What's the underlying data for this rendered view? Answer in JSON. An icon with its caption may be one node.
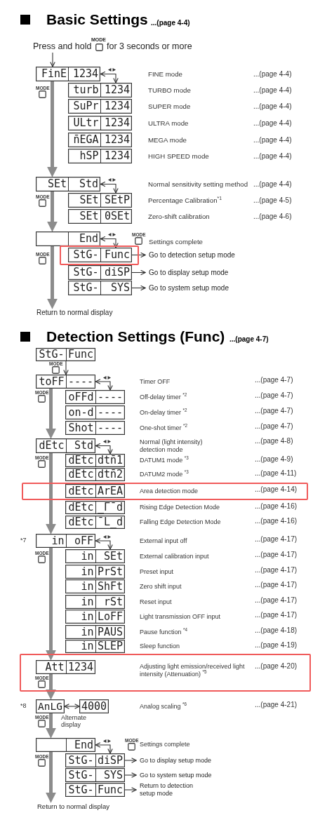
{
  "diagram": {
    "labels": [
      "Basic Settings",
      "...(page 4-4)",
      "FINE mode",
      "...(page 4-4)",
      "TURBO mode",
      "...(page 4-4)",
      "SUPER mode",
      "...(page 4-4)",
      "ULTRA mode",
      "...(page 4-4)",
      "MEGA mode",
      "...(page 4-4)",
      "HIGH SPEED mode",
      "...(page 4-4)",
      "Normal sensitivity setting method",
      "...(page 4-4)",
      "Percentage Calibration$^{*1}$",
      "...(page 4-5)",
      "Zero-shift calibration",
      "...(page 4-6)",
      "MODE",
      "Settings complete",
      "Detection Settings (Func)",
      "...(page 4-7)",
      "Timer OFF",
      "...(page 4-7)",
      "Off-delay timer $^{*2}$",
      "...(page 4-7)",
      "On-delay timer $^{*2}$",
      "...(page 4-7)",
      "One-shot timer $^{*2}$",
      "...(page 4-7)",
      "Normal (light intensity) detection mode",
      "...(page 4-8)",
      "DATUM1 mode $^{*3}$",
      "...(page 4-9)",
      "DATUM2 mode $^{*3}$",
      "...(page 4-11)",
      "Area detection mode",
      "...(page 4-14)",
      "Rising Edge Detection Mode",
      "...(page 4-16)",
      "Falling Edge Detection Mode",
      "...(page 4-16)",
      "External input off",
      "...(page 4-17)",
      "External calibration input",
      "...(page 4-17)",
      "Preset input",
      "...(page 4-17)",
      "Zero shift input",
      "...(page 4-17)",
      "Reset input",
      "...(page 4-17)",
      "Light transmission OFF input",
      "...(page 4-17)",
      "Pause function $^{*4}$",
      "...(page 4-18)",
      "Sleep function",
      "...(page 4-19)",
      "Adjusting light emission/received light intensity (Attenuation) $^{*5}$",
      "...(page 4-20)",
      "Analog scaling $^{*6}$",
      "...(page 4-21)",
      "MODE",
      "Settings complete"
    ],
    "nodes": [
      {
        "text": [
          "Press and hold",
          "MODE",
          "for 3 seconds or more"
        ]
      },
      {
        "text": [
          "FinE",
          "1234"
        ]
      },
      {
        "text": [
          "turb",
          "1234"
        ]
      },
      {
        "text": [
          "SuPr",
          "1234"
        ]
      },
      {
        "text": [
          "ULtr",
          "1234"
        ]
      },
      {
        "text": [
          "n̄EGA",
          "1234"
        ]
      },
      {
        "text": [
          "hSP",
          "1234"
        ]
      },
      {
        "text": [
          "SEt",
          "Std"
        ]
      },
      {
        "text": [
          "SEt",
          "SEtP"
        ]
      },
      {
        "text": [
          "SEt",
          "0SEt"
        ]
      },
      {
        "text": [
          "End"
        ]
      },
      {
        "text": [],
        "shape": "box"
      },
      {
        "text": [
          "StG-",
          "Func"
        ],
        "in": 11
      },
      {
        "text": [
          "Go to detection setup mode"
        ]
      },
      {
        "text": [
          "StG-",
          "diSP"
        ]
      },
      {
        "text": [
          "Go to display setup mode"
        ]
      },
      {
        "text": [
          "StG-",
          "SYS"
        ]
      },
      {
        "text": [
          "Go to system setup mode"
        ]
      },
      {
        "text": [
          "Return to normal display"
        ]
      },
      {
        "text": [
          "StG-",
          "Func"
        ]
      },
      {
        "text": [
          "toFF",
          "----"
        ]
      },
      {
        "text": [
          "oFFd",
          "----"
        ]
      },
      {
        "text": [
          "on-d",
          "----"
        ]
      },
      {
        "text": [
          "Shot",
          "----"
        ]
      },
      {
        "text": [
          "dEtc",
          "Std"
        ]
      },
      {
        "text": [
          "dEtc",
          "dtn̄1"
        ]
      },
      {
        "text": [
          "dEtc",
          "dtn̄2"
        ]
      },
      {
        "text": [],
        "shape": "box"
      },
      {
        "text": [
          "dEtc",
          "ArEA"
        ],
        "in": 27
      },
      {
        "text": [
          "dEtc",
          "_Γ¯d"
        ]
      },
      {
        "text": [
          "dEtc",
          "¯L_d"
        ]
      },
      {
        "text": [
          "in",
          "oFF"
        ],
        "beside": [
          "*7"
        ]
      },
      {
        "text": [
          "in",
          "SEt"
        ]
      },
      {
        "text": [
          "in",
          "PrSt"
        ]
      },
      {
        "text": [
          "in",
          "ShFt"
        ]
      },
      {
        "text": [
          "in",
          "rSt"
        ]
      },
      {
        "text": [
          "in",
          "LoFF"
        ]
      },
      {
        "text": [
          "in",
          "PAUS"
        ]
      },
      {
        "text": [
          "in",
          "SLEP"
        ]
      },
      {
        "text": [],
        "shape": "box"
      },
      {
        "text": [
          "Att",
          "1234"
        ],
        "in": 39
      },
      {
        "text": [
          "AnLG"
        ],
        "beside": [
          "*8"
        ]
      },
      {
        "text": [
          "4000"
        ]
      },
      {
        "text": [
          "End"
        ]
      },
      {
        "text": [
          "StG-",
          "diSP"
        ]
      },
      {
        "text": [
          "Go to display setup mode"
        ]
      },
      {
        "text": [
          "StG-",
          "SYS"
        ]
      },
      {
        "text": [
          "Go to system setup mode"
        ]
      },
      {
        "text": [
          "StG-",
          "Func"
        ]
      },
      {
        "text": [
          "Return to detection setup mode"
        ]
      },
      {
        "text": [
          "Return to normal display"
        ]
      }
    ],
    "edges": [
      {
        "from": 0,
        "to": 1,
        "arrow": "to"
      },
      {
        "from": 1,
        "to": 2,
        "arrow": "both"
      },
      {
        "from": 1,
        "to": 7,
        "arrow": "to",
        "label": "MODE",
        "style": "thick",
        "color": "#8c8c8c"
      },
      {
        "from": 7,
        "to": 8,
        "arrow": "both"
      },
      {
        "from": 7,
        "to": 10,
        "arrow": "to",
        "label": "MODE",
        "style": "thick",
        "color": "#8c8c8c"
      },
      {
        "from": 10,
        "to": 12,
        "arrow": "both"
      },
      {
        "from": 10,
        "to": 18,
        "arrow": "to",
        "label": "MODE",
        "style": "thick",
        "color": "#8c8c8c"
      },
      {
        "from": 12,
        "to": 13,
        "arrow": "to"
      },
      {
        "from": 14,
        "to": 15,
        "arrow": "to"
      },
      {
        "from": 16,
        "to": 17,
        "arrow": "to"
      },
      {
        "from": 19,
        "to": 20,
        "arrow": "to",
        "label": "MODE"
      },
      {
        "from": 20,
        "to": 21,
        "arrow": "both"
      },
      {
        "from": 20,
        "to": 24,
        "arrow": "to",
        "label": "MODE",
        "style": "thick",
        "color": "#8c8c8c"
      },
      {
        "from": 24,
        "to": 25,
        "arrow": "both"
      },
      {
        "from": 24,
        "to": 31,
        "arrow": "to",
        "label": "MODE",
        "style": "thick",
        "color": "#8c8c8c"
      },
      {
        "from": 31,
        "to": 32,
        "arrow": "both"
      },
      {
        "from": 31,
        "to": 40,
        "arrow": "to",
        "label": "MODE",
        "style": "thick",
        "color": "#8c8c8c"
      },
      {
        "from": 40,
        "to": 41,
        "arrow": "to",
        "label": "MODE",
        "style": "thick",
        "color": "#8c8c8c"
      },
      {
        "from": 41,
        "to": 42,
        "arrow": "both",
        "label": "Alternate display"
      },
      {
        "from": 41,
        "to": 43,
        "arrow": "to",
        "label": "MODE",
        "style": "thick",
        "color": "#8c8c8c"
      },
      {
        "from": 43,
        "to": 44,
        "arrow": "both"
      },
      {
        "from": 43,
        "to": 50,
        "arrow": "to",
        "label": "MODE",
        "style": "thick",
        "color": "#8c8c8c"
      },
      {
        "from": 44,
        "to": 45,
        "arrow": "to"
      },
      {
        "from": 46,
        "to": 47,
        "arrow": "to"
      },
      {
        "from": 48,
        "to": 49,
        "arrow": "to"
      }
    ]
  }
}
